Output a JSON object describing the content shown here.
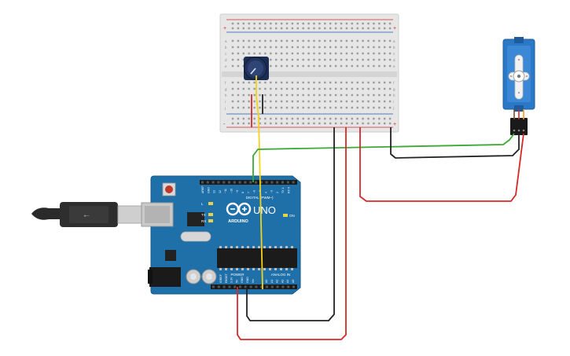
{
  "arduino": {
    "brand": "ARDUINO",
    "model": "UNO",
    "digital_label": "DIGITAL (PWM~)",
    "power_label": "POWER",
    "analog_label": "ANALOG IN",
    "on_label": "ON",
    "led_labels": [
      "L",
      "TX",
      "RX"
    ],
    "digital_pins": [
      "AREF",
      "GND",
      "13",
      "12",
      "~11",
      "~10",
      "~9",
      "8",
      "7",
      "~6",
      "~5",
      "4",
      "~3",
      "2",
      "TX 1",
      "RX 0"
    ],
    "power_pins": [
      "IOREF",
      "RESET",
      "3.3V",
      "5V",
      "GND",
      "GND",
      "Vin"
    ],
    "analog_pins": [
      "A0",
      "A1",
      "A2",
      "A3",
      "A4",
      "A5"
    ]
  },
  "breadboard": {
    "columns": 30,
    "rail_plus": "+",
    "rail_minus": "-",
    "row_labels_top": [
      "a",
      "b",
      "c",
      "d",
      "e"
    ],
    "row_labels_bottom": [
      "f",
      "g",
      "h",
      "i",
      "j"
    ]
  },
  "components": {
    "potentiometer": "potentiometer",
    "servo": "micro-servo",
    "usb": "usb-cable"
  },
  "colors": {
    "board_blue": "#1f6fa8",
    "breadboard": "#e4e4e4",
    "wire_red": "#d62828",
    "wire_black": "#222222",
    "wire_green": "#3aa935",
    "wire_yellow": "#f2d21b",
    "servo_blue": "#2b78c7"
  }
}
